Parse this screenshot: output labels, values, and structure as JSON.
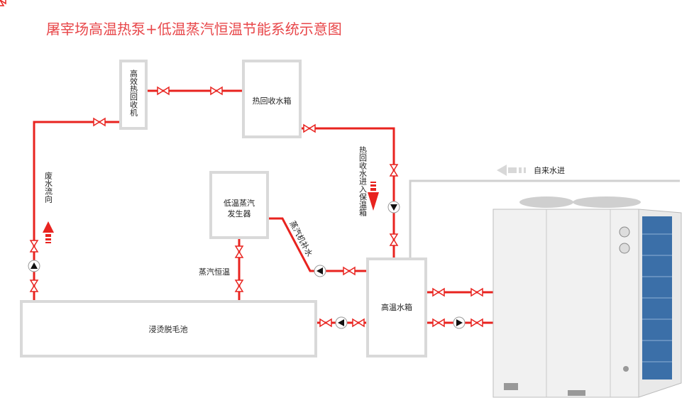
{
  "title": "屠宰场高温热泵+低温蒸汽恒温节能系统示意图",
  "boxes": {
    "heat_recovery_machine": "高效热回收机",
    "heat_recovery_tank": "热回收水箱",
    "steam_generator_line1": "低温蒸汽",
    "steam_generator_line2": "发生器",
    "scalding_pool": "浸烫脱毛池",
    "high_temp_tank": "高温水箱"
  },
  "labels": {
    "waste_water_flow": "废水流向",
    "recovered_water_in": "热回收水进入保温箱",
    "steam_makeup": "蒸汽机补水",
    "steam_constant_temp": "蒸汽恒温",
    "tap_water_in": "自来水进"
  },
  "colors": {
    "pipe": "#e8231f",
    "title": "#e8474a",
    "tap_line": "#d0d0d0",
    "fins": "#3b6fa8"
  }
}
